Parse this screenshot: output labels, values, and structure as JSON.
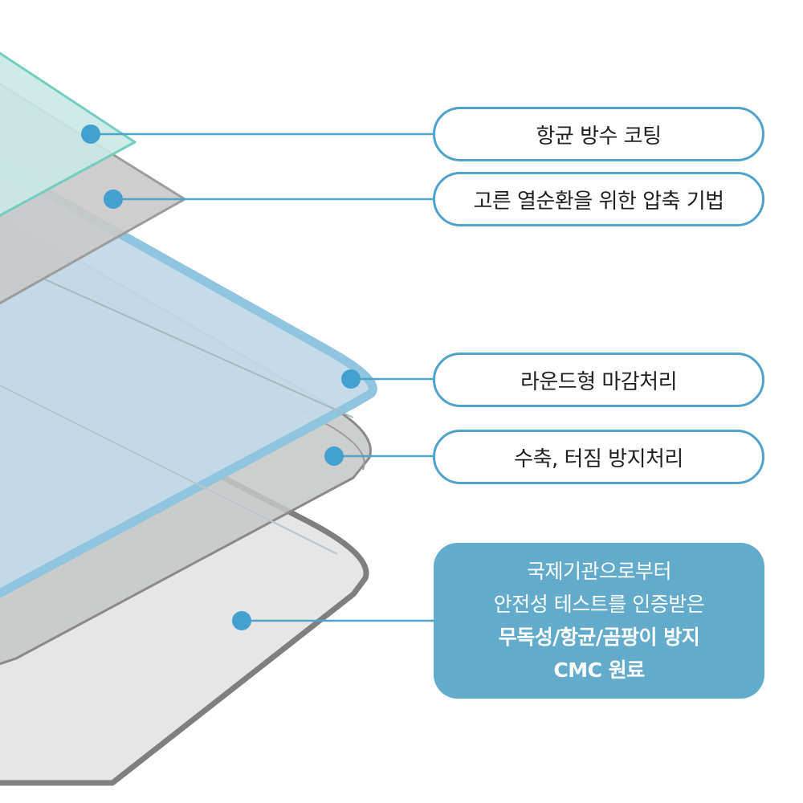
{
  "colors": {
    "accent": "#4fa3c9",
    "accent_fill": "#62abca",
    "dot": "#43a0cf",
    "top_film": "#c9e9e4",
    "top_film_edge": "#74cdc0",
    "compression_layer": "#c9c9c9",
    "round_layer": "#c2d9e8",
    "round_layer_edge": "#8fc5df",
    "protect_layer": "#c4c5c6",
    "base_layer": "#e6e6e6",
    "base_layer_edge": "#7f7f7f"
  },
  "callouts": [
    {
      "label": "항균 방수 코팅"
    },
    {
      "label": "고른 열순환을 위한 압축 기법"
    },
    {
      "label": "라운드형 마감처리"
    },
    {
      "label": "수축, 터짐 방지처리"
    }
  ],
  "highlight": {
    "lines": [
      {
        "text": "국제기관으로부터",
        "bold": false
      },
      {
        "text": "안전성 테스트를 인증받은",
        "bold": false
      },
      {
        "text": "무독성/항균/곰팡이 방지",
        "bold": true
      },
      {
        "text": "CMC 원료",
        "bold": true
      }
    ]
  }
}
